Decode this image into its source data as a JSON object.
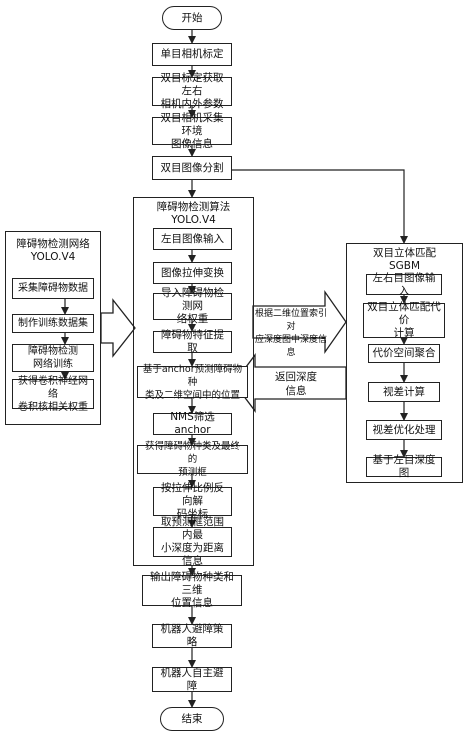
{
  "main": {
    "start": "开始",
    "mono_calib": "单目相机标定",
    "stereo_calib": "双目标定获取左右\n相机内外参数",
    "capture": "双目相机采集环境\n图像信息",
    "segment": "双目图像分割",
    "output_info": "输出障碍物种类和三维\n位置信息",
    "strategy": "机器人避障策略",
    "auto_avoid": "机器人自主避障",
    "end": "结束"
  },
  "detection": {
    "title": "障碍物检测算法\nYOLO.V4",
    "steps": [
      "左目图像输入",
      "图像拉伸变换",
      "导入障碍物检测网\n络权重",
      "障碍物特征提取",
      "基于anchor预测障碍物种\n类及二维空间中的位置",
      "NMS筛选anchor",
      "获得障碍物种类及最终的\n预测框",
      "按拉伸比例反向解\n码坐标",
      "取预测框范围内最\n小深度为距离信息"
    ]
  },
  "network": {
    "title": "障碍物检测网络\nYOLO.V4",
    "steps": [
      "采集障碍物数据",
      "制作训练数据集",
      "障碍物检测\n网络训练",
      "获得卷积神经网络\n卷积核相关权重"
    ]
  },
  "stereo": {
    "title": "双目立体匹配\nSGBM",
    "steps": [
      "左右目图像输入",
      "双目立体匹配代价\n计算",
      "代价空间聚合",
      "视差计算",
      "视差优化处理",
      "基于左目深度图"
    ]
  },
  "notes": {
    "index_depth": "根据二维位置索引对\n应深度图中深度信息",
    "return_depth": "返回深度\n信息"
  }
}
